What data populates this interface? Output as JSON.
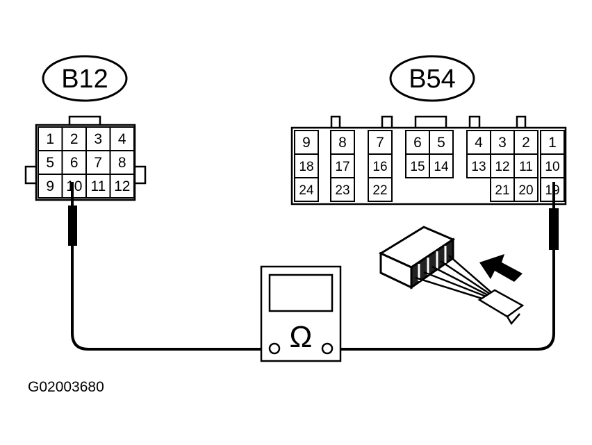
{
  "connectors": {
    "b12": {
      "label": "B12",
      "pins": [
        "1",
        "2",
        "3",
        "4",
        "5",
        "6",
        "7",
        "8",
        "9",
        "10",
        "11",
        "12"
      ]
    },
    "b54": {
      "label": "B54",
      "row1": [
        "9",
        "8",
        "7",
        "6",
        "5",
        "4",
        "3",
        "2",
        "1"
      ],
      "row2": [
        "18",
        "17",
        "16",
        "15",
        "14",
        "13",
        "12",
        "11",
        "10"
      ],
      "row3": [
        "24",
        "23",
        "22",
        "21",
        "20",
        "19"
      ]
    }
  },
  "meter": {
    "symbol": "Ω",
    "icon": "ohmmeter-icon"
  },
  "figure_code": "G02003680"
}
